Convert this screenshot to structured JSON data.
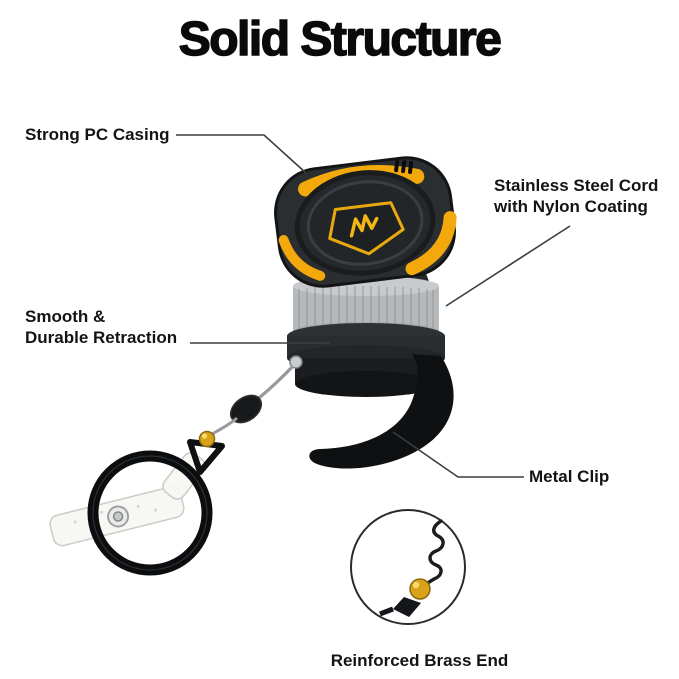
{
  "title": "Solid Structure",
  "callouts": {
    "pc_casing": {
      "label": "Strong PC Casing"
    },
    "steel_cord": {
      "label": "Stainless Steel Cord\nwith Nylon Coating"
    },
    "retraction": {
      "label": "Smooth &\nDurable Retraction"
    },
    "metal_clip": {
      "label": "Metal Clip"
    },
    "brass_end": {
      "label": "Reinforced Brass End"
    }
  },
  "colors": {
    "background": "#FFFFFF",
    "text": "#111111",
    "accent_yellow": "#F3A90C",
    "casing_dark": "#2B2E31",
    "coil_silver": "#B6B9BC",
    "clip_black": "#0E1012",
    "brass": "#D8A31B",
    "leader_line": "#3A3D40"
  }
}
